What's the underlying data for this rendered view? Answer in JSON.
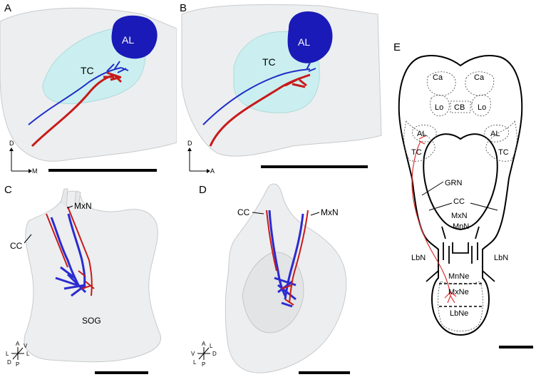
{
  "panels": {
    "A": {
      "letter": "A",
      "labels": {
        "al": "AL",
        "tc": "TC"
      },
      "axes": {
        "vertical": "D",
        "horizontal": "M"
      }
    },
    "B": {
      "letter": "B",
      "labels": {
        "al": "AL",
        "tc": "TC"
      },
      "axes": {
        "vertical": "D",
        "horizontal": "A"
      }
    },
    "C": {
      "letter": "C",
      "labels": {
        "mxn": "MxN",
        "cc": "CC",
        "sog": "SOG"
      },
      "compass": {
        "top": "A",
        "bottom": "P",
        "left": "L",
        "right": "L",
        "upper_right": "V",
        "lower_left": "D"
      }
    },
    "D": {
      "letter": "D",
      "labels": {
        "cc": "CC",
        "mxn": "MxN"
      },
      "compass": {
        "top": "A",
        "bottom": "P",
        "left": "V",
        "right": "D",
        "upper_right": "L",
        "lower_left": "L"
      }
    },
    "E": {
      "letter": "E",
      "labels": {
        "ca_left": "Ca",
        "ca_right": "Ca",
        "cb": "CB",
        "lo_left": "Lo",
        "lo_right": "Lo",
        "al_left": "AL",
        "al_right": "AL",
        "tc_left": "TC",
        "tc_right": "TC",
        "grn": "GRN",
        "cc": "CC",
        "mxn": "MxN",
        "mnn": "MnN",
        "lbn_left": "LbN",
        "lbn_right": "LbN",
        "mnne": "MnNe",
        "mxne": "MxNe",
        "lbne": "LbNe"
      }
    }
  },
  "colors": {
    "neuron_blue": "#1f2fc8",
    "neuron_red": "#c81a1a",
    "al_blue": "#1a1ab8",
    "tc_cyan": "#c8f0f0",
    "tissue_gray": "#e9ebed"
  }
}
